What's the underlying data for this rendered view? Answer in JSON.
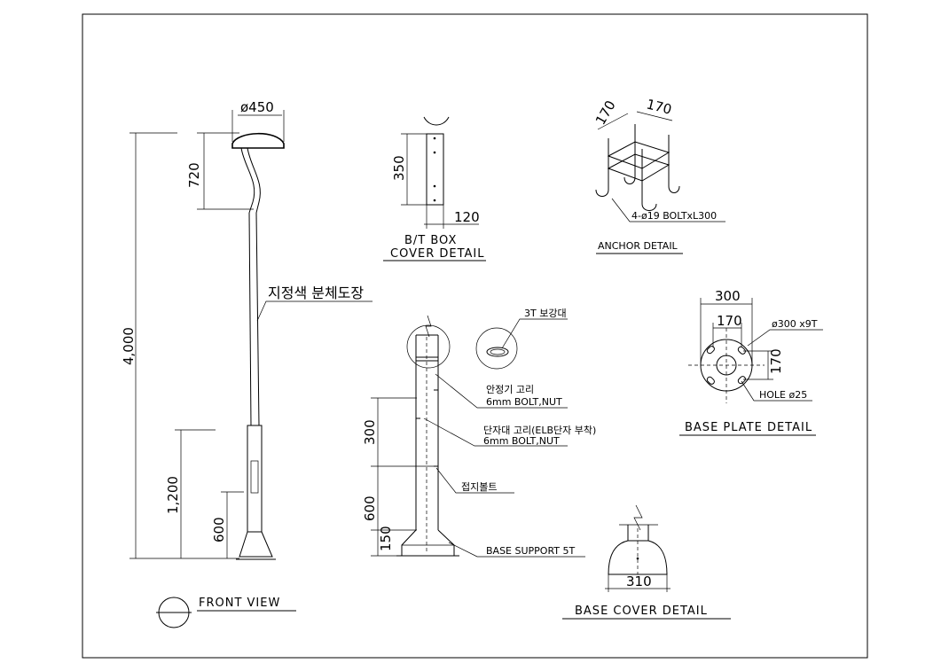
{
  "front_view": {
    "title": "FRONT VIEW",
    "dim_diameter": "ø450",
    "dim_arm": "720",
    "dim_total": "4,000",
    "dim_lower": "1,200",
    "dim_base": "600",
    "finish_note": "지정색 분체도장"
  },
  "bt_box": {
    "title_line1": "B/T BOX",
    "title_line2": "COVER DETAIL",
    "dim_height": "350",
    "dim_width": "120"
  },
  "anchor": {
    "title": "ANCHOR DETAIL",
    "dim_a": "170",
    "dim_b": "170",
    "bolt_note": "4-ø19 BOLTxL300"
  },
  "base_plate": {
    "title": "BASE PLATE DETAIL",
    "dim_outer": "300",
    "dim_inner": "170",
    "dim_vertical": "170",
    "plate_note": "ø300 x9T",
    "hole_note": "HOLE ø25"
  },
  "section": {
    "reinforce_note": "3T 보강대",
    "ballast_note_line1": "안정기 고리",
    "ballast_note_line2": "6mm BOLT,NUT",
    "terminal_note_line1": "단자대 고리(ELB단자 부착)",
    "terminal_note_line2": "6mm BOLT,NUT",
    "ground_note": "접지볼트",
    "support_note": "BASE SUPPORT 5T",
    "dim_300": "300",
    "dim_600": "600",
    "dim_150": "150"
  },
  "base_cover": {
    "title": "BASE COVER DETAIL",
    "dim_width": "310"
  }
}
